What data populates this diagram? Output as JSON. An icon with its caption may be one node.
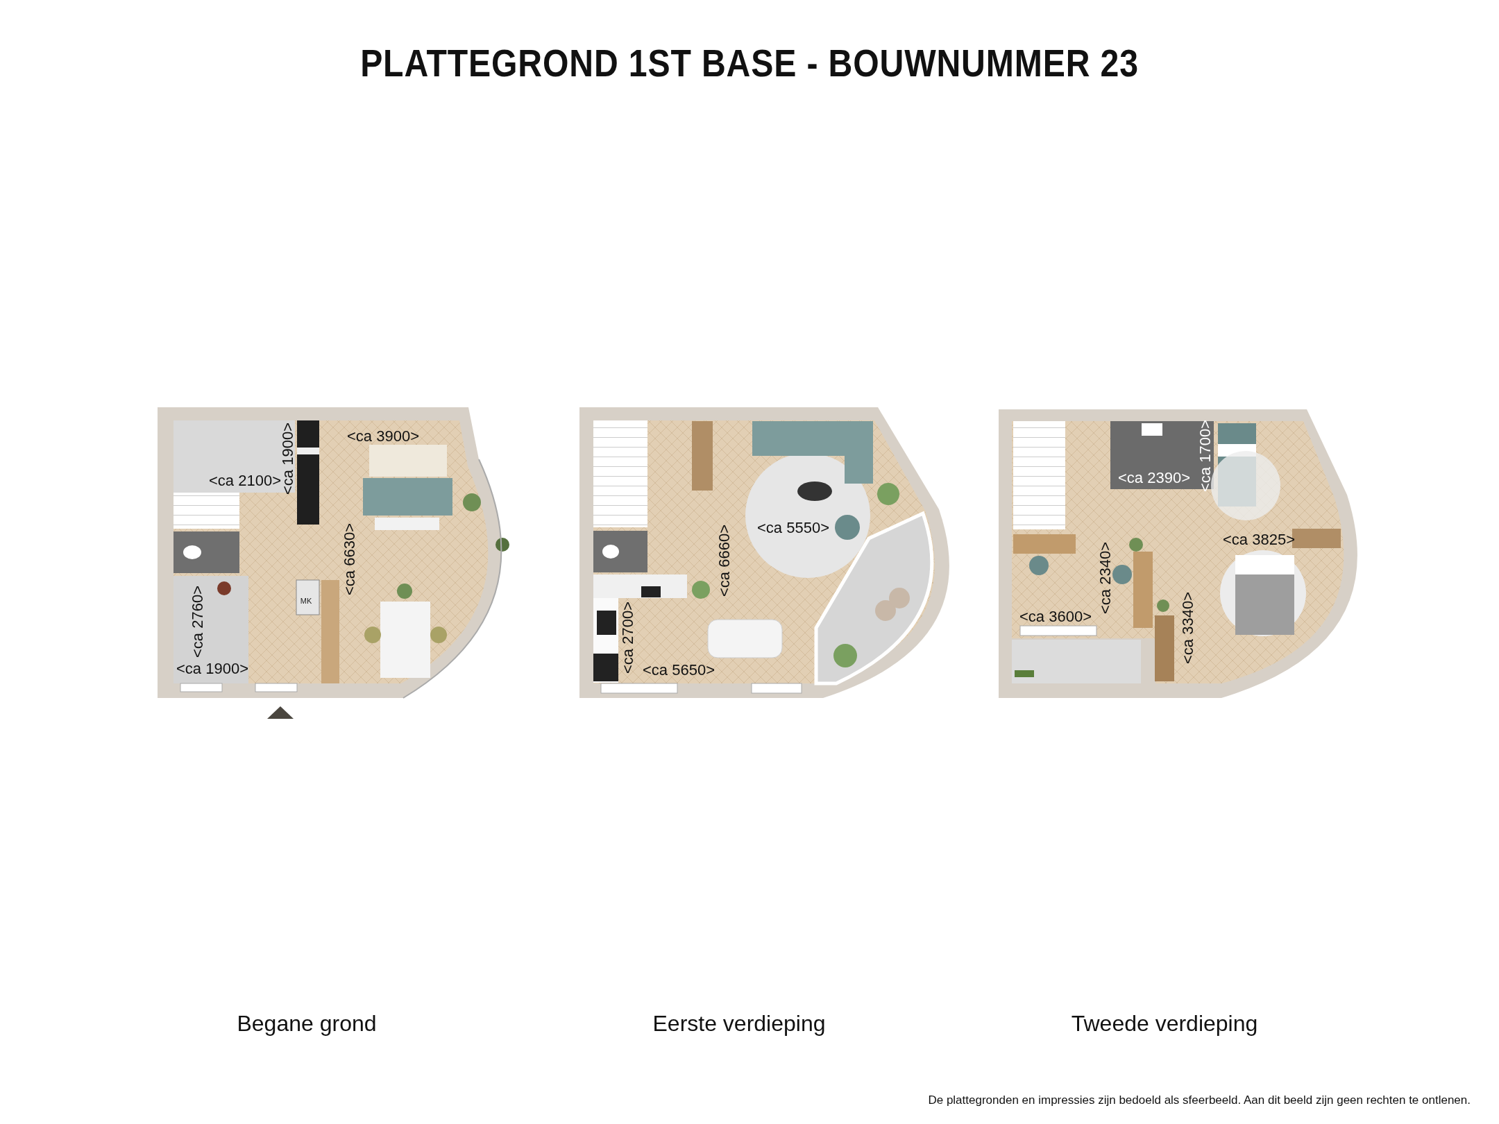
{
  "diagram": {
    "title": "PLATTEGROND 1ST BASE - BOUWNUMMER 23",
    "labels": [
      "<ca 3900>",
      "<ca 1900>",
      "<ca 2100>",
      "<ca 6630>",
      "MK",
      "<ca 2760>",
      "<ca 1900>",
      "<ca 6660>",
      "<ca 5550>",
      "<ca 2700>",
      "<ca 5650>",
      "<ca 1700>",
      "<ca 2390>",
      "<ca 3825>",
      "<ca 2340>",
      "<ca 3600>",
      "<ca 3340>",
      "Begane grond",
      "Eerste verdieping",
      "Tweede verdieping",
      "De plattegronden en impressies zijn bedoeld als sfeerbeeld. Aan dit beeld zijn geen rechten te ontlenen."
    ]
  }
}
